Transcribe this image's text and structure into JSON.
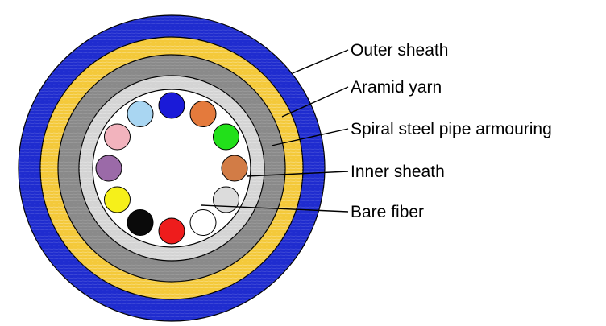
{
  "labels": {
    "outer_sheath": "Outer sheath",
    "aramid_yarn": "Aramid yarn",
    "armouring": "Spiral steel pipe armouring",
    "inner_sheath": "Inner sheath",
    "bare_fiber": "Bare fiber"
  },
  "colors": {
    "outer_sheath": "#1f2ccf",
    "aramid_yarn": "#f4c93a",
    "armouring": "#8a8a8a",
    "inner_sheath": "#d4d4d4",
    "core": "#ffffff"
  },
  "fibers": [
    {
      "name": "blue-fiber",
      "color": "#1a1ad8"
    },
    {
      "name": "orange-fiber",
      "color": "#e47a3c"
    },
    {
      "name": "green-fiber",
      "color": "#22e01a"
    },
    {
      "name": "brown-fiber",
      "color": "#d27c46"
    },
    {
      "name": "white-fiber",
      "color": "#dcdcdc"
    },
    {
      "name": "bare-fiber",
      "color": "#ffffff"
    },
    {
      "name": "red-fiber",
      "color": "#ee1c1c"
    },
    {
      "name": "black-fiber",
      "color": "#0a0a0a"
    },
    {
      "name": "yellow-fiber",
      "color": "#f6f01a"
    },
    {
      "name": "violet-fiber",
      "color": "#9b6aa8"
    },
    {
      "name": "rose-fiber",
      "color": "#f2b3bd"
    },
    {
      "name": "aqua-fiber",
      "color": "#a9d6f2"
    }
  ]
}
